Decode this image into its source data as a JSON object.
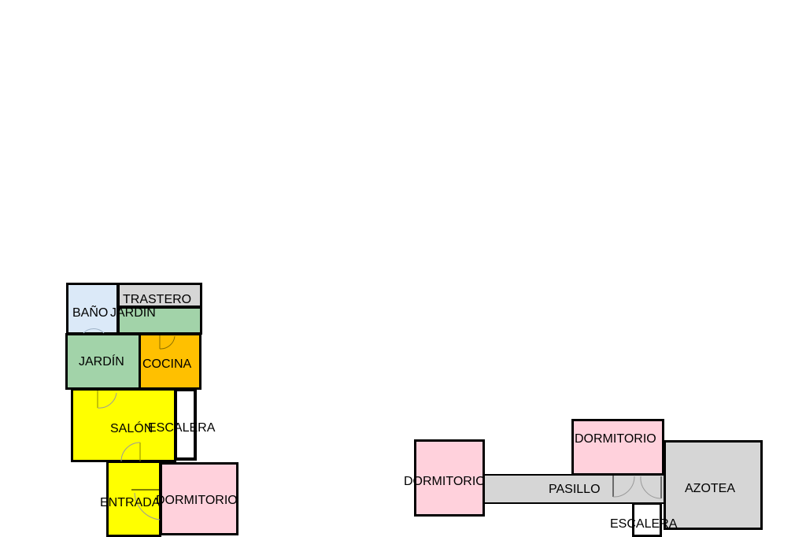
{
  "colors": {
    "bathroom": "#dbe9f8",
    "storage": "#d6d6d6",
    "garden": "#a2d3a9",
    "kitchen": "#ffc000",
    "living": "#ffff00",
    "bedroom": "#ffd1dc",
    "corridor": "#d6d6d6",
    "terrace": "#d6d6d6",
    "stairs": "#ffffff",
    "wall": "#000000"
  },
  "ground_floor": {
    "bathroom": "BAÑO",
    "storage": "TRASTERO",
    "garden_small": "JARDÍN",
    "garden": "JARDÍN",
    "kitchen": "COCINA",
    "living": "SALÓN",
    "stairs": "ESCALERA",
    "entrance": "ENTRADA",
    "bedroom": "DORMITORIO"
  },
  "upper_floor": {
    "bedroom_left": "DORMITORIO",
    "bedroom_top": "DORMITORIO",
    "corridor": "PASILLO",
    "terrace": "AZOTEA",
    "stairs": "ESCALERA"
  }
}
